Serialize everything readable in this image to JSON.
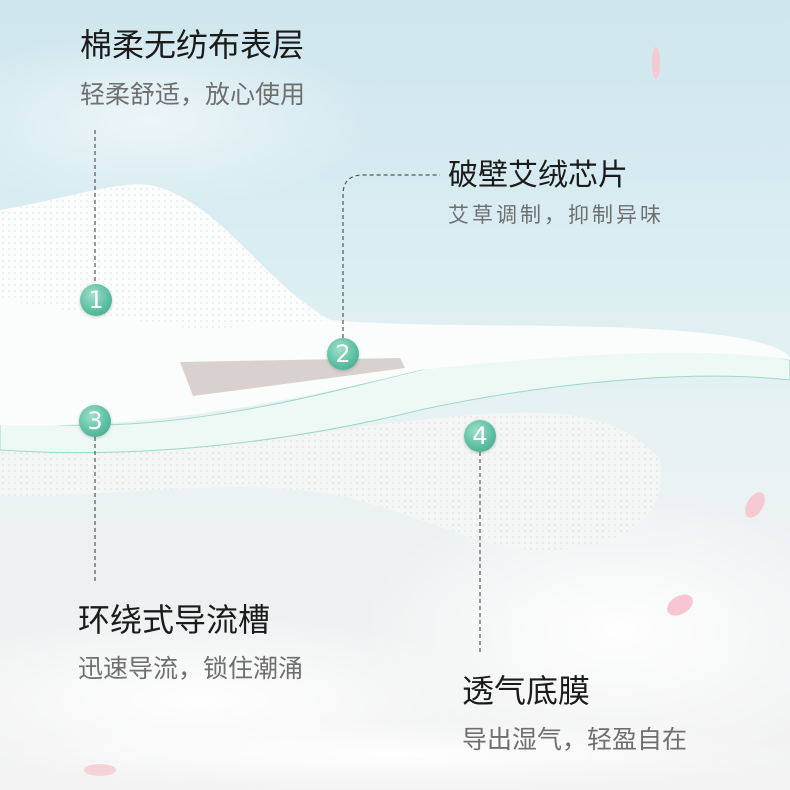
{
  "features": [
    {
      "number": "1",
      "title": "棉柔无纺布表层",
      "subtitle": "轻柔舒适，放心使用"
    },
    {
      "number": "2",
      "title": "破壁艾绒芯片",
      "subtitle": "艾草调制，抑制异味"
    },
    {
      "number": "3",
      "title": "环绕式导流槽",
      "subtitle": "迅速导流，锁住潮涌"
    },
    {
      "number": "4",
      "title": "透气底膜",
      "subtitle": "导出湿气，轻盈自在"
    }
  ],
  "colors": {
    "accent": "#5dbfa3",
    "title": "#1b1b1b",
    "subtitle": "#6f6f6f"
  }
}
